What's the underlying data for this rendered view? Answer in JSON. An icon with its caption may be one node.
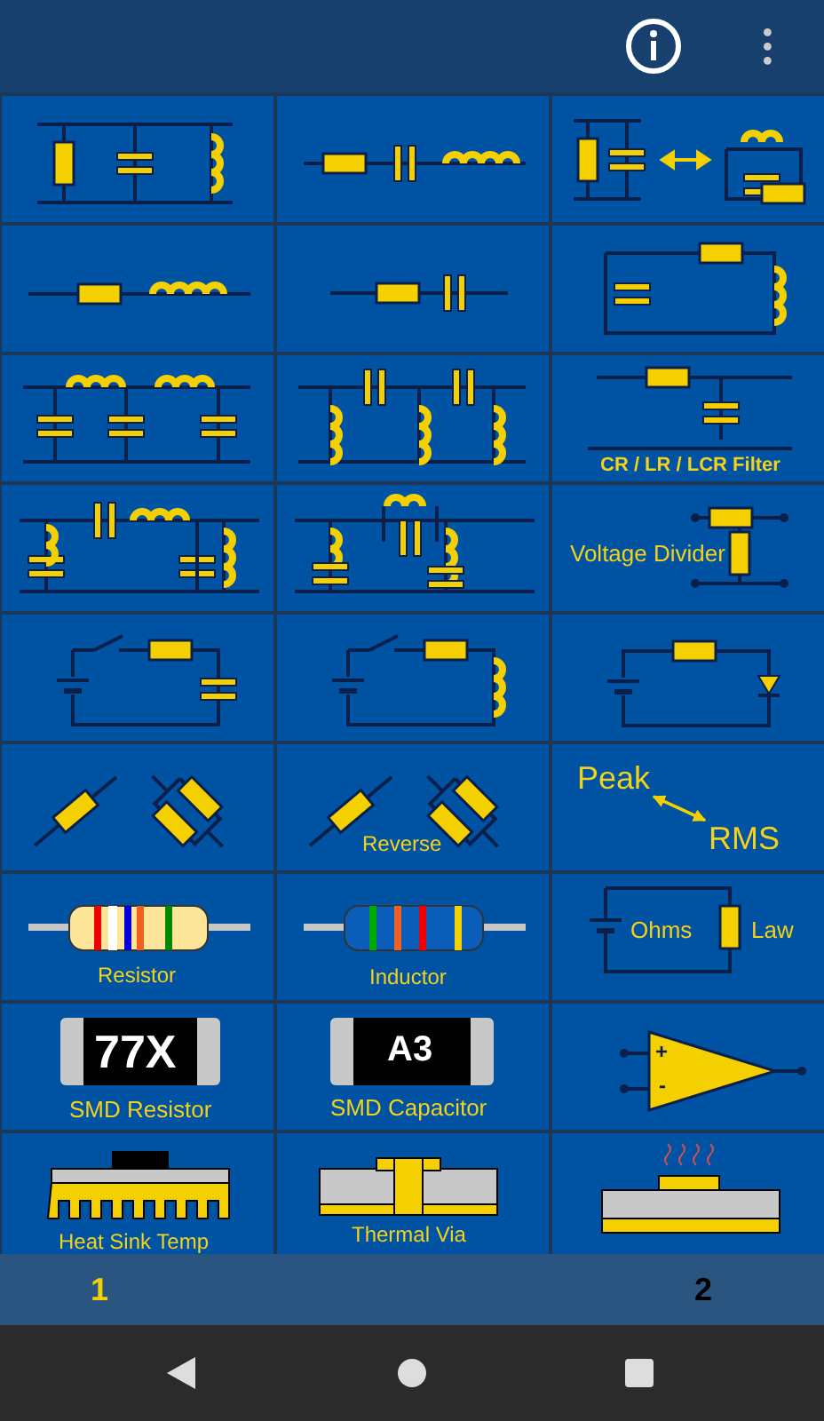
{
  "diagram": {
    "nodes": [
      {
        "text": [
          "Peak"
        ]
      },
      {
        "text": [
          "RMS"
        ]
      }
    ],
    "edges": [
      {
        "from": 0,
        "to": 1,
        "arrow": "both"
      }
    ],
    "labels": [
      "CR / LR / LCR Filter",
      "Voltage Divider",
      "Reverse",
      "Resistor",
      "Inductor",
      "Ohms",
      "Law",
      "77X",
      "SMD Resistor",
      "A3",
      "SMD Capacitor",
      "+",
      "-",
      "Heat Sink Temp",
      "Thermal Via",
      "1",
      "2"
    ]
  }
}
